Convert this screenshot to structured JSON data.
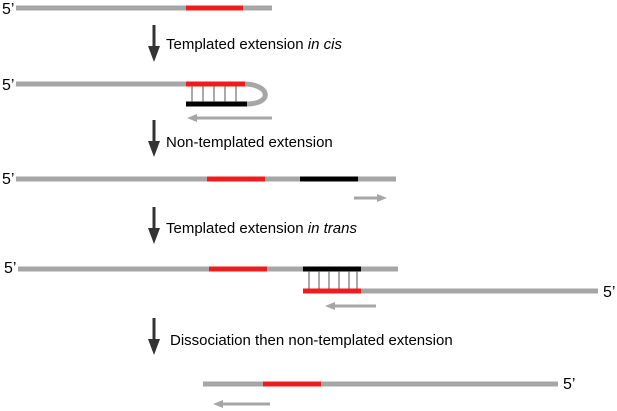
{
  "five_prime": "5’",
  "steps": [
    {
      "prefix": "Templated extension ",
      "em": "in cis"
    },
    {
      "prefix": "Non-templated extension",
      "em": ""
    },
    {
      "prefix": "Templated extension ",
      "em": "in trans"
    },
    {
      "prefix": "Dissociation then non-templated extension",
      "em": ""
    }
  ],
  "colors": {
    "strand": "#a6a6a6",
    "primer_region": "#ee1c1c",
    "added_sequence": "#000000",
    "direction_arrow": "#a6a6a6",
    "step_arrow": "#333333"
  }
}
